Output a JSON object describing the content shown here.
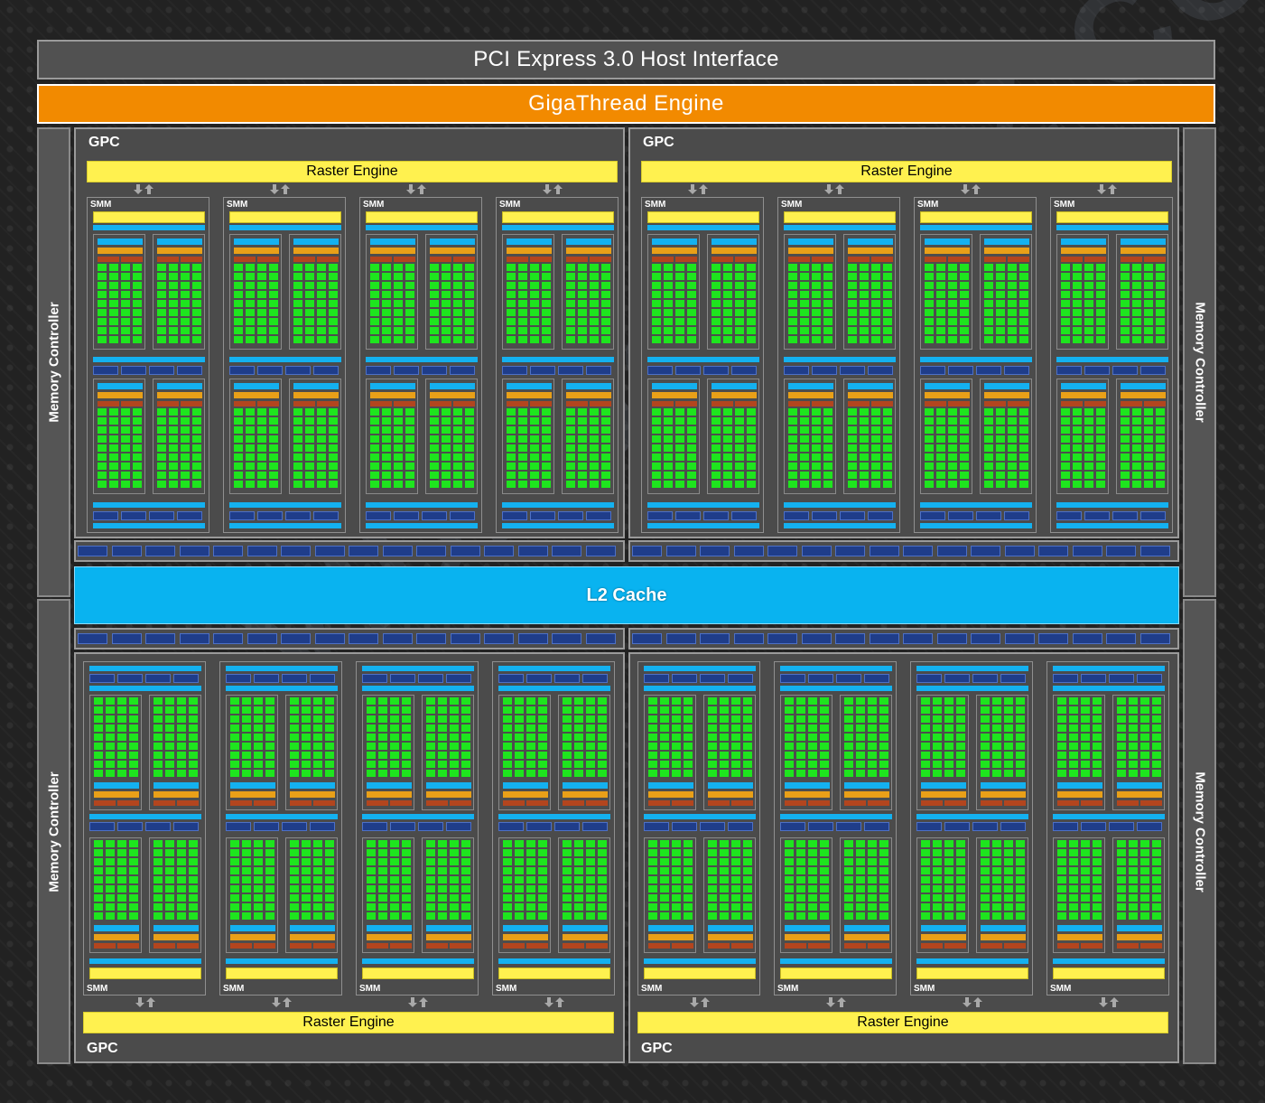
{
  "header": {
    "pci": "PCI Express 3.0 Host Interface",
    "gigathread": "GigaThread Engine"
  },
  "l2_cache": "L2 Cache",
  "memory_controller_label": "Memory Controller",
  "gpc_label": "GPC",
  "raster_engine_label": "Raster Engine",
  "smm_label": "SMM",
  "watermark": "VIDEOCARDZ.COM",
  "structure": {
    "gpc_count": 4,
    "smm_per_gpc": 4,
    "memory_controllers": 4
  },
  "colors": {
    "pci_bar": "#515151",
    "gigathread": "#f28a00",
    "l2_cache": "#09b3f0",
    "raster_engine": "#fff14f",
    "cuda_core": "#1ee51e",
    "dispatch_blue": "#14b1f0",
    "load_store": "#1f3d8a",
    "warp_orange": "#e9a018",
    "register_red": "#b3451e"
  }
}
